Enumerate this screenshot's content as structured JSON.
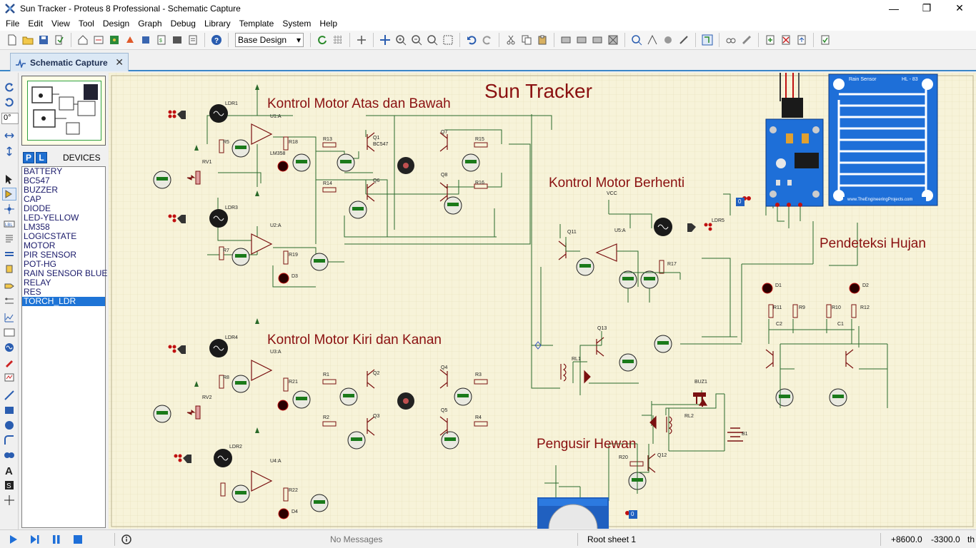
{
  "window": {
    "title": "Sun Tracker - Proteus 8 Professional - Schematic Capture",
    "minimize": "—",
    "maximize": "❐",
    "close": "✕"
  },
  "menu": [
    "File",
    "Edit",
    "View",
    "Tool",
    "Design",
    "Graph",
    "Debug",
    "Library",
    "Template",
    "System",
    "Help"
  ],
  "toolbar": {
    "design_combo": "Base Design"
  },
  "tab": {
    "label": "Schematic Capture",
    "close": "✕"
  },
  "angle_field": "0°",
  "devices": {
    "p_button": "P",
    "l_button": "L",
    "header": "DEVICES",
    "items": [
      "BATTERY",
      "BC547",
      "BUZZER",
      "CAP",
      "DIODE",
      "LED-YELLOW",
      "LM358",
      "LOGICSTATE",
      "MOTOR",
      "PIR SENSOR",
      "POT-HG",
      "RAIN SENSOR BLUE",
      "RELAY",
      "RES",
      "TORCH_LDR"
    ],
    "selected_index": 14
  },
  "schematic": {
    "title": "Sun Tracker",
    "section_labels": {
      "atas_bawah": "Kontrol Motor Atas dan Bawah",
      "berhenti": "Kontrol Motor Berhenti",
      "hujan": "Pendeteksi Hujan",
      "kiri_kanan": "Kontrol Motor Kiri dan Kanan",
      "hewan": "Pengusir Hewan"
    },
    "component_labels": {
      "ldr1": "LDR1",
      "ldr2": "LDR2",
      "ldr3": "LDR3",
      "ldr4": "LDR4",
      "ldr5": "LDR5",
      "u1a": "U1:A",
      "u2a": "U2:A",
      "u3a": "U3:A",
      "u4a": "U4:A",
      "u5a": "U5:A",
      "rv1": "RV1",
      "rv2": "RV2",
      "r1": "R1",
      "r2": "R2",
      "r3": "R3",
      "r4": "R4",
      "r5": "R5",
      "r7": "R7",
      "r8": "R8",
      "r9": "R9",
      "r10": "R10",
      "r11": "R11",
      "r12": "R12",
      "r13": "R13",
      "r14": "R14",
      "r15": "R15",
      "r16": "R16",
      "r17": "R17",
      "r18": "R18",
      "r19": "R19",
      "r20": "R20",
      "r21": "R21",
      "r22": "R22",
      "q1": "Q1",
      "q2": "Q2",
      "q3": "Q3",
      "q4": "Q4",
      "q5": "Q5",
      "q6": "Q6",
      "q7": "Q7",
      "q8": "Q8",
      "q11": "Q11",
      "q12": "Q12",
      "q13": "Q13",
      "d1": "D1",
      "d2": "D2",
      "d3": "D3",
      "d4": "D4",
      "c1": "C1",
      "c2": "C2",
      "rl1": "RL1",
      "rl2": "RL2",
      "buz1": "BUZ1",
      "b1": "B1",
      "vcc": "VCC",
      "bc547": "BC547",
      "lm358": "LM358",
      "logic0": "0",
      "rain_sensor": "Rain Sensor",
      "hl83": "HL - 83",
      "rain_site": "www.TheEngineeringProjects.com"
    }
  },
  "statusbar": {
    "message": "No Messages",
    "sheet": "Root sheet 1",
    "x": "+8600.0",
    "y": "-3300.0",
    "unit": "th"
  }
}
